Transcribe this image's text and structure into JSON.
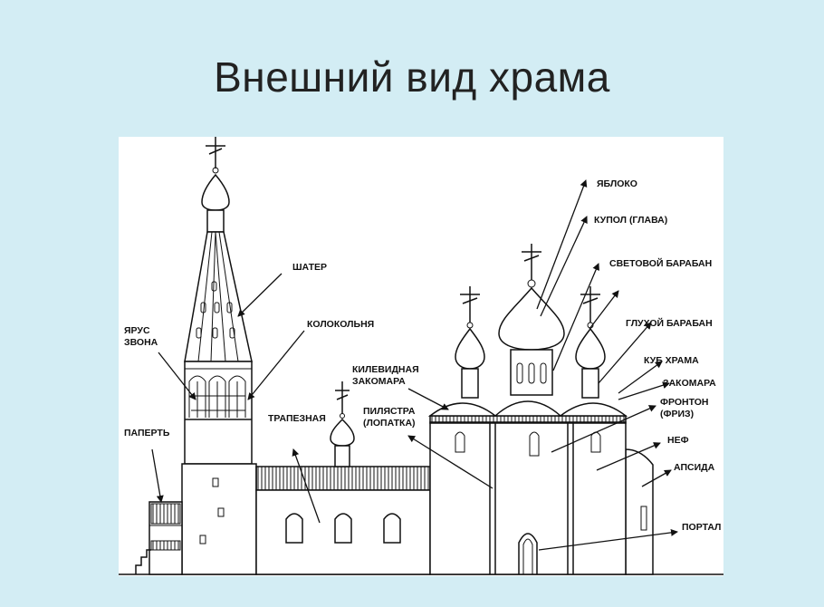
{
  "title": "Внешний вид храма",
  "labels": {
    "yabloko": "ЯБЛОКО",
    "kupol": "КУПОЛ (ГЛАВА)",
    "svetovoy_baraban": "СВЕТОВОЙ БАРАБАН",
    "shater": "ШАТЕР",
    "gluhoy_baraban": "ГЛУХОЙ БАРАБАН",
    "kolokolnya": "КОЛОКОЛЬНЯ",
    "yarus_line1": "ЯРУС",
    "yarus_line2": "ЗВОНА",
    "kub_hrama": "КУБ ХРАМА",
    "kilevidnaya_line1": "КИЛЕВИДНАЯ",
    "kilevidnaya_line2": "ЗАКОМАРА",
    "zakomara": "ЗАКОМАРА",
    "frontom_line1": "ФРОНТОН",
    "frontom_line2": "(ФРИЗ)",
    "pilyastra_line1": "ПИЛЯСТРА",
    "pilyastra_line2": "(ЛОПАТКА)",
    "trapeznaya": "ТРАПЕЗНАЯ",
    "paperty": "ПАПЕРТЬ",
    "nef": "НЕФ",
    "apsida": "АПСИДА",
    "portal": "ПОРТАЛ"
  }
}
